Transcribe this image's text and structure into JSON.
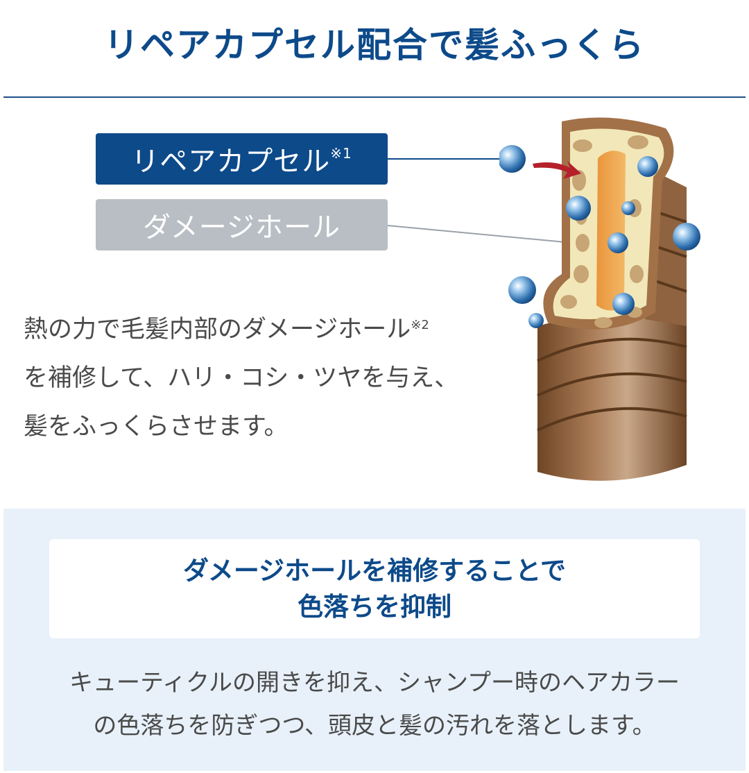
{
  "header": {
    "title": "リペアカプセル配合で髪ふっくら"
  },
  "labels": {
    "repair_capsule": "リペアカプセル",
    "repair_capsule_note": "※1",
    "damage_hole": "ダメージホール"
  },
  "description": {
    "line1": "熱の力で毛髪内部のダメージホール",
    "line1_note": "※2",
    "line2": "を補修して、ハリ・コシ・ツヤを与え、",
    "line3": "髪をふっくらさせます。"
  },
  "colors": {
    "brand_blue": "#0d4a8a",
    "label_gray": "#b8bec4",
    "panel_bg": "#e8f1fa",
    "arrow_red": "#b5202a"
  },
  "panel": {
    "heading_line1": "ダメージホールを補修することで",
    "heading_line2": "色落ちを抑制",
    "body_line1": "キューティクルの開きを抑え、シャンプー時のヘアカラー",
    "body_line2": "の色落ちを防ぎつつ、頭皮と髪の汚れを落とします。"
  }
}
